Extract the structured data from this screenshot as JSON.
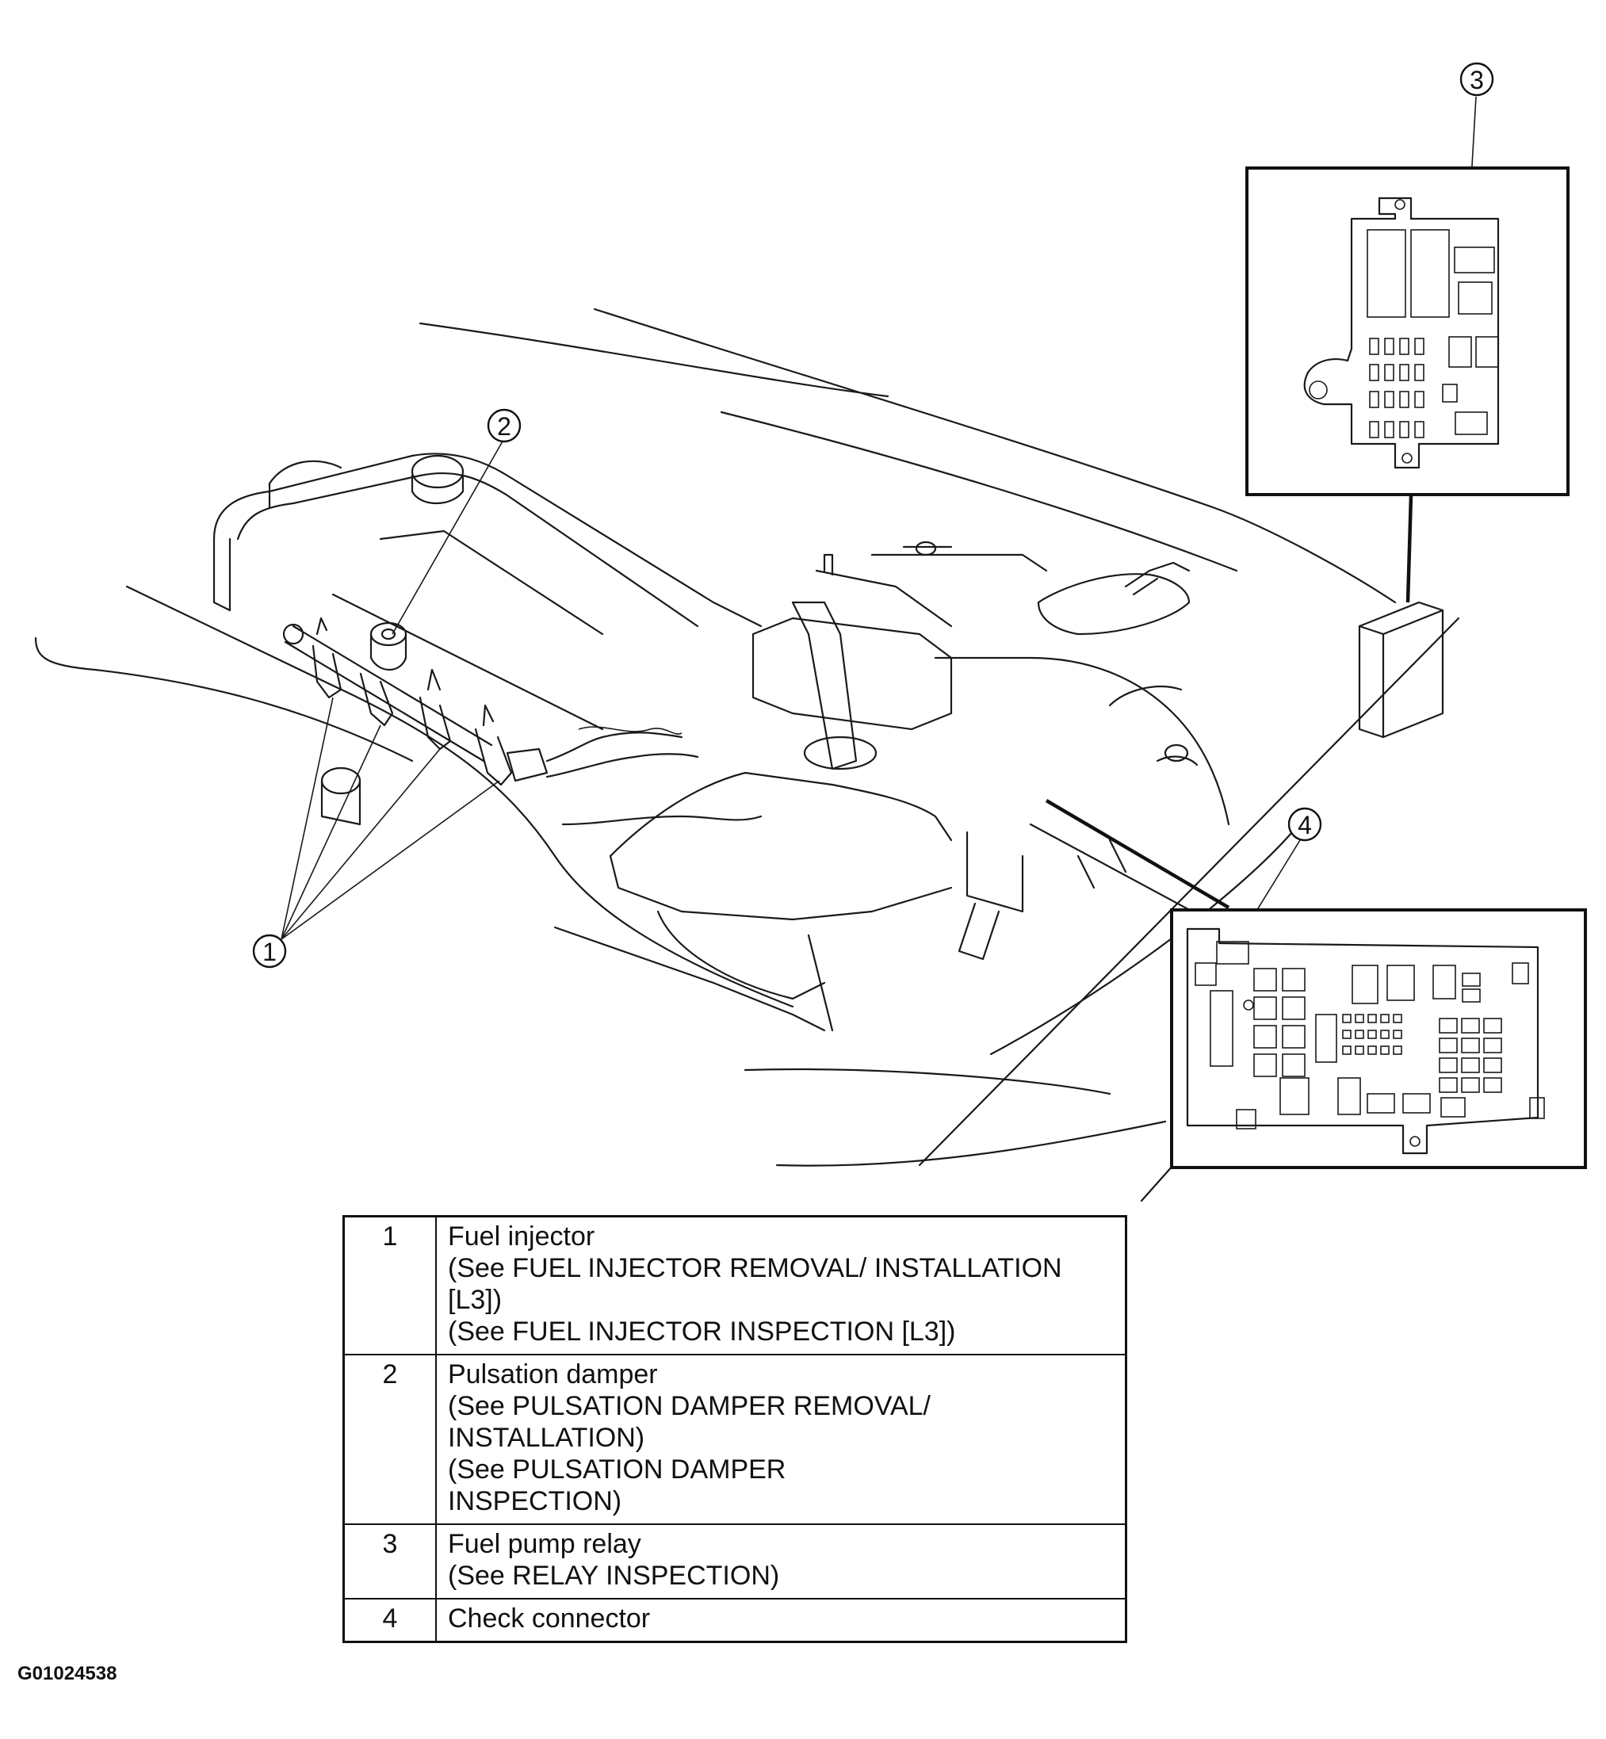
{
  "callouts": [
    "1",
    "2",
    "3",
    "4"
  ],
  "legend": [
    {
      "num": "1",
      "lines": [
        "Fuel injector",
        "(See FUEL INJECTOR REMOVAL/ INSTALLATION",
        " [L3])",
        "(See FUEL INJECTOR INSPECTION [L3])"
      ]
    },
    {
      "num": "2",
      "lines": [
        "Pulsation damper",
        "(See PULSATION DAMPER REMOVAL/",
        "INSTALLATION)",
        "(See PULSATION DAMPER",
        "INSPECTION)"
      ]
    },
    {
      "num": "3",
      "lines": [
        "Fuel pump relay",
        "(See RELAY INSPECTION)"
      ]
    },
    {
      "num": "4",
      "lines": [
        "Check connector"
      ]
    }
  ],
  "figure_id": "G01024538",
  "colors": {
    "ink": "#111111",
    "paper": "#ffffff"
  }
}
